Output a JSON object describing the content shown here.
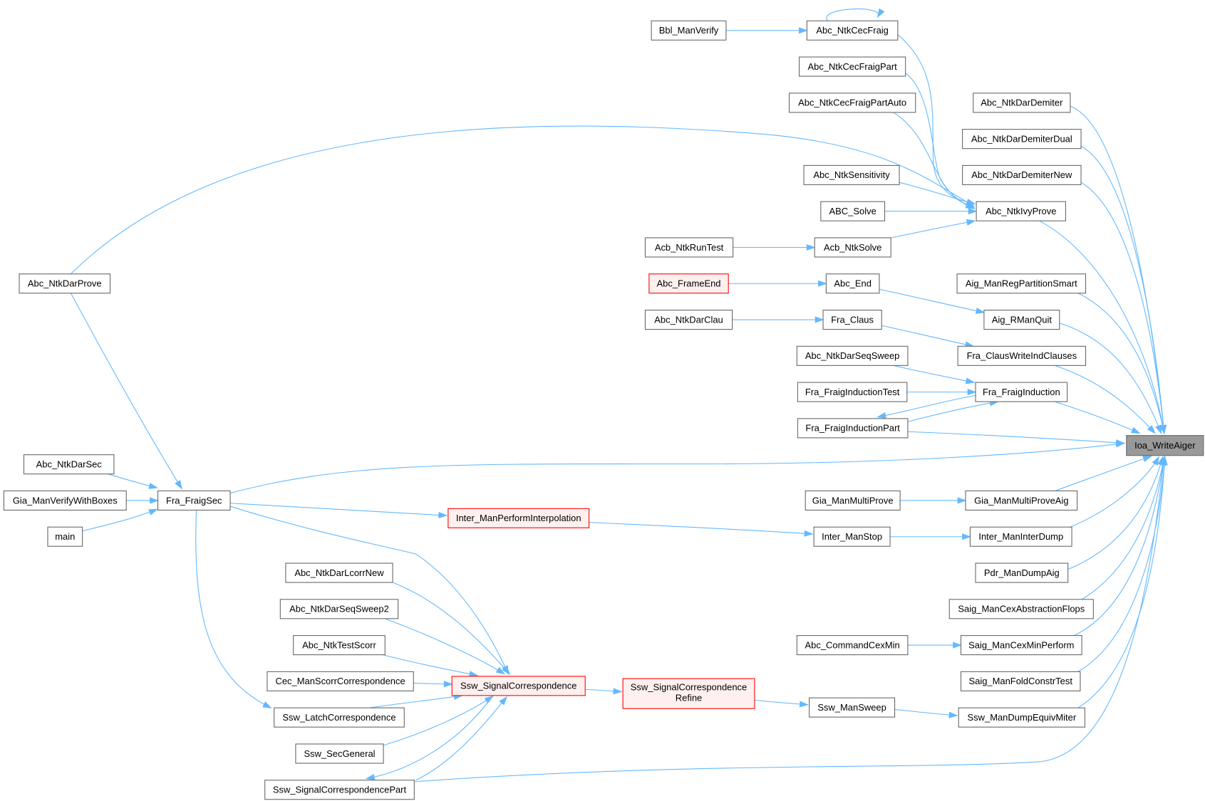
{
  "title": "Ioa_WriteAiger caller graph",
  "colors": {
    "edge": "#63b8ff",
    "node_border": "#666666",
    "red_border": "#ff0000",
    "red_fill": "#fff0f0",
    "root_fill": "#999999"
  },
  "root": "Ioa_WriteAiger",
  "nodes": [
    {
      "id": "root",
      "label": "Ioa_WriteAiger",
      "style": "root"
    },
    {
      "id": "Bbl_ManVerify",
      "label": "Bbl_ManVerify"
    },
    {
      "id": "Abc_NtkCecFraig",
      "label": "Abc_NtkCecFraig"
    },
    {
      "id": "Abc_NtkCecFraigPart",
      "label": "Abc_NtkCecFraigPart"
    },
    {
      "id": "Abc_NtkCecFraigPartAuto",
      "label": "Abc_NtkCecFraigPartAuto"
    },
    {
      "id": "Abc_NtkDarDemiter",
      "label": "Abc_NtkDarDemiter"
    },
    {
      "id": "Abc_NtkDarDemiterDual",
      "label": "Abc_NtkDarDemiterDual"
    },
    {
      "id": "Abc_NtkDarDemiterNew",
      "label": "Abc_NtkDarDemiterNew"
    },
    {
      "id": "Abc_NtkSensitivity",
      "label": "Abc_NtkSensitivity"
    },
    {
      "id": "ABC_Solve",
      "label": "ABC_Solve"
    },
    {
      "id": "Abc_NtkIvyProve",
      "label": "Abc_NtkIvyProve"
    },
    {
      "id": "Acb_NtkRunTest",
      "label": "Acb_NtkRunTest"
    },
    {
      "id": "Acb_NtkSolve",
      "label": "Acb_NtkSolve"
    },
    {
      "id": "Abc_NtkDarProve",
      "label": "Abc_NtkDarProve"
    },
    {
      "id": "Abc_FrameEnd",
      "label": "Abc_FrameEnd",
      "style": "red"
    },
    {
      "id": "Abc_End",
      "label": "Abc_End"
    },
    {
      "id": "Aig_ManRegPartitionSmart",
      "label": "Aig_ManRegPartitionSmart"
    },
    {
      "id": "Abc_NtkDarClau",
      "label": "Abc_NtkDarClau"
    },
    {
      "id": "Fra_Claus",
      "label": "Fra_Claus"
    },
    {
      "id": "Aig_RManQuit",
      "label": "Aig_RManQuit"
    },
    {
      "id": "Abc_NtkDarSeqSweep",
      "label": "Abc_NtkDarSeqSweep"
    },
    {
      "id": "Fra_ClausWriteIndClauses",
      "label": "Fra_ClausWriteIndClauses"
    },
    {
      "id": "Fra_FraigInductionTest",
      "label": "Fra_FraigInductionTest"
    },
    {
      "id": "Fra_FraigInduction",
      "label": "Fra_FraigInduction"
    },
    {
      "id": "Fra_FraigInductionPart",
      "label": "Fra_FraigInductionPart"
    },
    {
      "id": "Abc_NtkDarSec",
      "label": "Abc_NtkDarSec"
    },
    {
      "id": "Gia_ManVerifyWithBoxes",
      "label": "Gia_ManVerifyWithBoxes"
    },
    {
      "id": "Fra_FraigSec",
      "label": "Fra_FraigSec"
    },
    {
      "id": "main",
      "label": "main"
    },
    {
      "id": "Gia_ManMultiProve",
      "label": "Gia_ManMultiProve"
    },
    {
      "id": "Gia_ManMultiProveAig",
      "label": "Gia_ManMultiProveAig"
    },
    {
      "id": "Inter_ManPerformInterpolation",
      "label": "Inter_ManPerformInterpolation",
      "style": "red"
    },
    {
      "id": "Inter_ManStop",
      "label": "Inter_ManStop"
    },
    {
      "id": "Inter_ManInterDump",
      "label": "Inter_ManInterDump"
    },
    {
      "id": "Pdr_ManDumpAig",
      "label": "Pdr_ManDumpAig"
    },
    {
      "id": "Abc_NtkDarLcorrNew",
      "label": "Abc_NtkDarLcorrNew"
    },
    {
      "id": "Abc_NtkDarSeqSweep2",
      "label": "Abc_NtkDarSeqSweep2"
    },
    {
      "id": "Saig_ManCexAbstractionFlops",
      "label": "Saig_ManCexAbstractionFlops"
    },
    {
      "id": "Abc_NtkTestScorr",
      "label": "Abc_NtkTestScorr"
    },
    {
      "id": "Abc_CommandCexMin",
      "label": "Abc_CommandCexMin"
    },
    {
      "id": "Saig_ManCexMinPerform",
      "label": "Saig_ManCexMinPerform"
    },
    {
      "id": "Cec_ManScorrCorrespondence",
      "label": "Cec_ManScorrCorrespondence"
    },
    {
      "id": "Ssw_SignalCorrespondence",
      "label": "Ssw_SignalCorrespondence",
      "style": "red"
    },
    {
      "id": "Saig_ManFoldConstrTest",
      "label": "Saig_ManFoldConstrTest"
    },
    {
      "id": "Ssw_SignalCorrespondenceRefine",
      "label": "Ssw_SignalCorrespondence",
      "label2": "Refine",
      "style": "red"
    },
    {
      "id": "Ssw_LatchCorrespondence",
      "label": "Ssw_LatchCorrespondence"
    },
    {
      "id": "Ssw_ManSweep",
      "label": "Ssw_ManSweep"
    },
    {
      "id": "Ssw_ManDumpEquivMiter",
      "label": "Ssw_ManDumpEquivMiter"
    },
    {
      "id": "Ssw_SecGeneral",
      "label": "Ssw_SecGeneral"
    },
    {
      "id": "Ssw_SignalCorrespondencePart",
      "label": "Ssw_SignalCorrespondencePart"
    }
  ],
  "edges": [
    [
      "Bbl_ManVerify",
      "Abc_NtkCecFraig"
    ],
    [
      "Abc_NtkCecFraig",
      "Abc_NtkCecFraig"
    ],
    [
      "Abc_NtkCecFraig",
      "Abc_NtkIvyProve"
    ],
    [
      "Abc_NtkCecFraigPart",
      "Abc_NtkIvyProve"
    ],
    [
      "Abc_NtkCecFraigPartAuto",
      "Abc_NtkIvyProve"
    ],
    [
      "Abc_NtkDarProve",
      "Abc_NtkIvyProve"
    ],
    [
      "Abc_NtkSensitivity",
      "Abc_NtkIvyProve"
    ],
    [
      "ABC_Solve",
      "Abc_NtkIvyProve"
    ],
    [
      "Acb_NtkSolve",
      "Abc_NtkIvyProve"
    ],
    [
      "Acb_NtkRunTest",
      "Acb_NtkSolve"
    ],
    [
      "Abc_FrameEnd",
      "Abc_End"
    ],
    [
      "Abc_End",
      "Aig_RManQuit"
    ],
    [
      "Abc_NtkDarClau",
      "Fra_Claus"
    ],
    [
      "Fra_Claus",
      "Fra_ClausWriteIndClauses"
    ],
    [
      "Abc_NtkDarSeqSweep",
      "Fra_FraigInduction"
    ],
    [
      "Fra_FraigInductionTest",
      "Fra_FraigInduction"
    ],
    [
      "Fra_FraigInductionPart",
      "Fra_FraigInduction"
    ],
    [
      "Fra_FraigInduction",
      "Fra_FraigInductionPart"
    ],
    [
      "Abc_NtkDarProve",
      "Fra_FraigSec"
    ],
    [
      "Abc_NtkDarSec",
      "Fra_FraigSec"
    ],
    [
      "Gia_ManVerifyWithBoxes",
      "Fra_FraigSec"
    ],
    [
      "main",
      "Fra_FraigSec"
    ],
    [
      "Fra_FraigSec",
      "Inter_ManPerformInterpolation"
    ],
    [
      "Fra_FraigSec",
      "Ssw_SignalCorrespondence"
    ],
    [
      "Fra_FraigSec",
      "Ssw_LatchCorrespondence"
    ],
    [
      "Inter_ManPerformInterpolation",
      "Inter_ManStop"
    ],
    [
      "Inter_ManStop",
      "Inter_ManInterDump"
    ],
    [
      "Gia_ManMultiProve",
      "Gia_ManMultiProveAig"
    ],
    [
      "Abc_CommandCexMin",
      "Saig_ManCexMinPerform"
    ],
    [
      "Abc_NtkDarLcorrNew",
      "Ssw_SignalCorrespondence"
    ],
    [
      "Abc_NtkDarSeqSweep2",
      "Ssw_SignalCorrespondence"
    ],
    [
      "Abc_NtkTestScorr",
      "Ssw_SignalCorrespondence"
    ],
    [
      "Cec_ManScorrCorrespondence",
      "Ssw_SignalCorrespondence"
    ],
    [
      "Ssw_LatchCorrespondence",
      "Ssw_SignalCorrespondence"
    ],
    [
      "Ssw_SecGeneral",
      "Ssw_SignalCorrespondence"
    ],
    [
      "Ssw_SignalCorrespondencePart",
      "Ssw_SignalCorrespondence"
    ],
    [
      "Ssw_SignalCorrespondence",
      "Ssw_SignalCorrespondencePart"
    ],
    [
      "Ssw_SignalCorrespondence",
      "Ssw_SignalCorrespondenceRefine"
    ],
    [
      "Ssw_SignalCorrespondenceRefine",
      "Ssw_ManSweep"
    ],
    [
      "Ssw_ManSweep",
      "Ssw_ManDumpEquivMiter"
    ],
    [
      "Abc_NtkDarDemiter",
      "root"
    ],
    [
      "Abc_NtkDarDemiterDual",
      "root"
    ],
    [
      "Abc_NtkDarDemiterNew",
      "root"
    ],
    [
      "Abc_NtkIvyProve",
      "root"
    ],
    [
      "Aig_ManRegPartitionSmart",
      "root"
    ],
    [
      "Aig_RManQuit",
      "root"
    ],
    [
      "Fra_ClausWriteIndClauses",
      "root"
    ],
    [
      "Fra_FraigInduction",
      "root"
    ],
    [
      "Fra_FraigInductionPart",
      "root"
    ],
    [
      "Fra_FraigSec",
      "root"
    ],
    [
      "Gia_ManMultiProveAig",
      "root"
    ],
    [
      "Inter_ManInterDump",
      "root"
    ],
    [
      "Pdr_ManDumpAig",
      "root"
    ],
    [
      "Saig_ManCexAbstractionFlops",
      "root"
    ],
    [
      "Saig_ManCexMinPerform",
      "root"
    ],
    [
      "Saig_ManFoldConstrTest",
      "root"
    ],
    [
      "Ssw_ManDumpEquivMiter",
      "root"
    ],
    [
      "Ssw_SignalCorrespondencePart",
      "root"
    ]
  ]
}
